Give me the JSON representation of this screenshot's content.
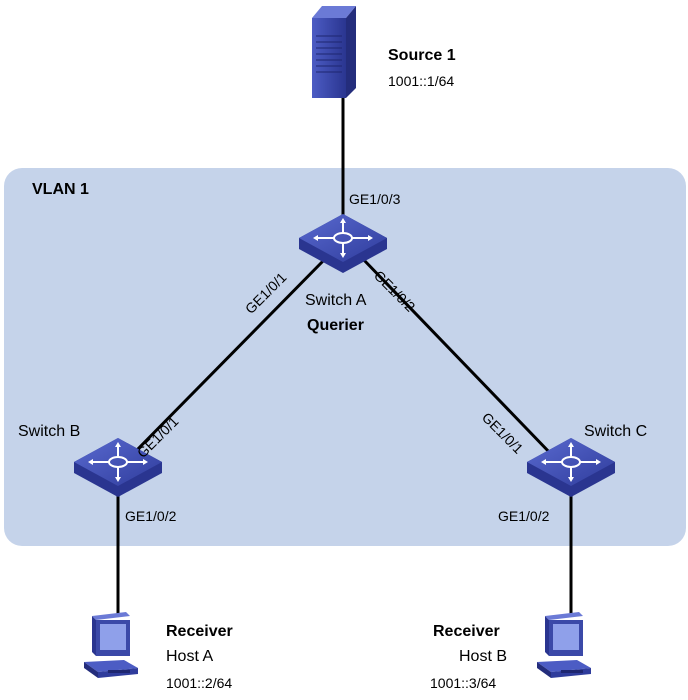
{
  "vlan": {
    "label": "VLAN 1"
  },
  "source": {
    "title": "Source 1",
    "address": "1001::1/64",
    "icon": "server-icon"
  },
  "switch_a": {
    "name": "Switch A",
    "role": "Querier",
    "icon": "switch-icon",
    "ports": {
      "up": "GE1/0/3",
      "left": "GE1/0/1",
      "right": "GE1/0/2"
    }
  },
  "switch_b": {
    "name": "Switch B",
    "icon": "switch-icon",
    "ports": {
      "up": "GE1/0/1",
      "down": "GE1/0/2"
    }
  },
  "switch_c": {
    "name": "Switch C",
    "icon": "switch-icon",
    "ports": {
      "up": "GE1/0/1",
      "down": "GE1/0/2"
    }
  },
  "host_a": {
    "role": "Receiver",
    "name": "Host A",
    "address": "1001::2/64",
    "icon": "pc-icon"
  },
  "host_b": {
    "role": "Receiver",
    "name": "Host B",
    "address": "1001::3/64",
    "icon": "pc-icon"
  },
  "colors": {
    "vlan_fill": "#c5d3ea",
    "device_blue": "#3b49a8",
    "link": "#000000"
  }
}
